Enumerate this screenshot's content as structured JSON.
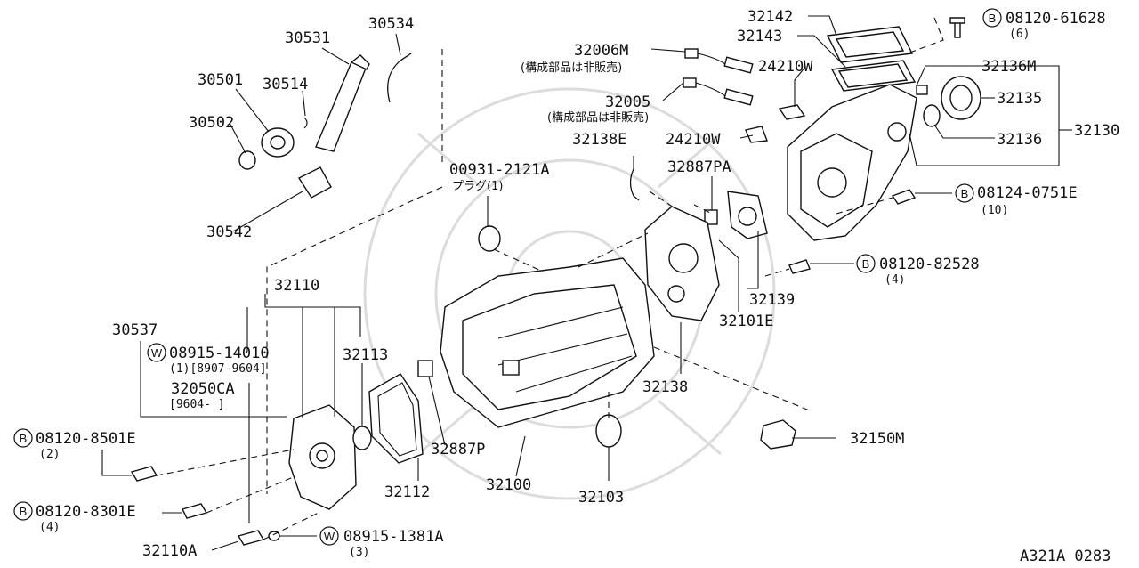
{
  "labels": {
    "p32142": "32142",
    "p32143": "32143",
    "b08120_61628": "08120-61628",
    "q6": "(6)",
    "p32006m": "32006M",
    "jp1": "(構成部品は非販売)",
    "p24210w_a": "24210W",
    "p32136m": "32136M",
    "p32135": "32135",
    "p32005": "32005",
    "jp2": "(構成部品は非販売)",
    "p32136": "32136",
    "p32130": "32130",
    "p32138e": "32138E",
    "p24210w_b": "24210W",
    "p32887pa": "32887PA",
    "b08124_0751e": "08124-0751E",
    "q10": "(10)",
    "p30534": "30534",
    "p30531": "30531",
    "p30501": "30501",
    "p30514": "30514",
    "p30502": "30502",
    "p30542": "30542",
    "p00931": "00931-2121A",
    "plug": "プラグ(1)",
    "b08120_82528": "08120-82528",
    "q4a": "(4)",
    "p32139": "32139",
    "p32101e": "32101E",
    "p32110": "32110",
    "p30537": "30537",
    "w08915_14010": "08915-14010",
    "r1": "(1)[8907-9604]",
    "p32050ca": "32050CA",
    "r2": "[9604-     ]",
    "p32113": "32113",
    "p32138": "32138",
    "b08120_8501e": "08120-8501E",
    "q2": "(2)",
    "p32887p": "32887P",
    "p32150m": "32150M",
    "p32112": "32112",
    "p32100": "32100",
    "p32103": "32103",
    "b08120_8301e": "08120-8301E",
    "q4b": "(4)",
    "p32110a": "32110A",
    "w08915_1381a": "08915-1381A",
    "q3": "(3)",
    "code": "A321A 0283"
  },
  "symbols": {
    "bolt": "B",
    "washer": "W"
  },
  "colors": {
    "ink": "#111111",
    "watermark": "#dcdcdc"
  }
}
